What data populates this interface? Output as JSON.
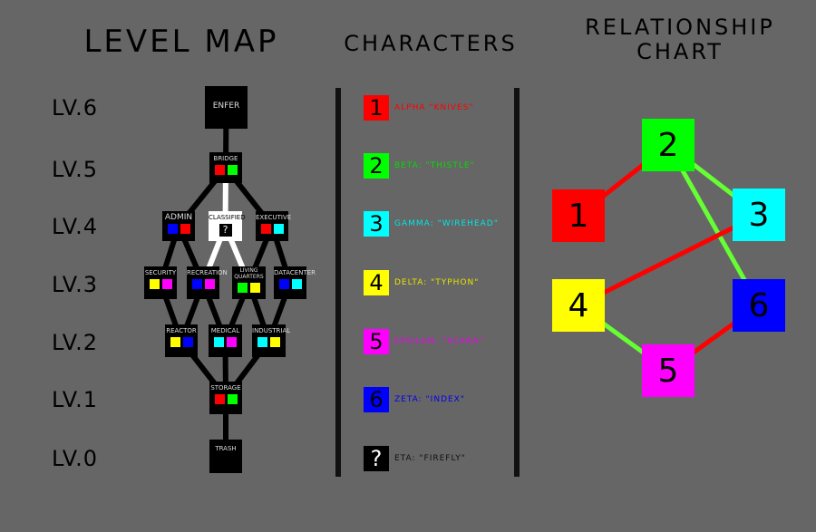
{
  "titles": {
    "level_map": "LEVEL MAP",
    "characters": "CHARACTERS",
    "relationship_line1": "RELATIONSHIP",
    "relationship_line2": "CHART"
  },
  "levels": [
    "LV.6",
    "LV.5",
    "LV.4",
    "LV.3",
    "LV.2",
    "LV.1",
    "LV.0"
  ],
  "rooms": [
    {
      "id": "enfer",
      "label": "ENFER",
      "chips": []
    },
    {
      "id": "bridge",
      "label": "BRIDGE",
      "chips": [
        "#ff0000",
        "#00ff00"
      ]
    },
    {
      "id": "admin",
      "label": "ADMIN",
      "chips": [
        "#0000ff",
        "#ff0000"
      ]
    },
    {
      "id": "classified",
      "label": "CLASSIFIED",
      "chips": [],
      "unknown": "?"
    },
    {
      "id": "executive",
      "label": "EXECUTIVE",
      "chips": [
        "#ff0000",
        "#00ffff"
      ]
    },
    {
      "id": "security",
      "label": "SECURITY",
      "chips": [
        "#ffff00",
        "#ff00ff"
      ]
    },
    {
      "id": "recreation",
      "label": "RECREATION",
      "chips": [
        "#0000ff",
        "#ff00ff"
      ]
    },
    {
      "id": "living",
      "label": "LIVING QUARTERS",
      "chips": [
        "#00ff00",
        "#ffff00"
      ]
    },
    {
      "id": "datacenter",
      "label": "DATACENTER",
      "chips": [
        "#0000ff",
        "#00ffff"
      ]
    },
    {
      "id": "reactor",
      "label": "REACTOR",
      "chips": [
        "#ffff00",
        "#0000ff"
      ]
    },
    {
      "id": "medical",
      "label": "MEDICAL",
      "chips": [
        "#00ffff",
        "#ff00ff"
      ]
    },
    {
      "id": "industrial",
      "label": "INDUSTRIAL",
      "chips": [
        "#00ffff",
        "#ffff00"
      ]
    },
    {
      "id": "storage",
      "label": "STORAGE",
      "chips": [
        "#ff0000",
        "#00ff00"
      ]
    },
    {
      "id": "trash",
      "label": "TRASH",
      "chips": []
    }
  ],
  "map_edges": [
    [
      "enfer",
      "bridge"
    ],
    [
      "bridge",
      "admin"
    ],
    [
      "bridge",
      "classified",
      "#ffffff"
    ],
    [
      "bridge",
      "executive"
    ],
    [
      "admin",
      "security"
    ],
    [
      "admin",
      "recreation"
    ],
    [
      "classified",
      "recreation",
      "#ffffff"
    ],
    [
      "classified",
      "living",
      "#ffffff"
    ],
    [
      "executive",
      "living"
    ],
    [
      "executive",
      "datacenter"
    ],
    [
      "security",
      "reactor"
    ],
    [
      "recreation",
      "reactor"
    ],
    [
      "recreation",
      "medical"
    ],
    [
      "living",
      "medical"
    ],
    [
      "living",
      "industrial"
    ],
    [
      "datacenter",
      "industrial"
    ],
    [
      "reactor",
      "storage"
    ],
    [
      "medical",
      "storage"
    ],
    [
      "industrial",
      "storage"
    ],
    [
      "storage",
      "trash"
    ]
  ],
  "characters": [
    {
      "num": "1",
      "name": "ALPHA \"KNIVES\"",
      "color": "#ff0000",
      "text": "#ff0000"
    },
    {
      "num": "2",
      "name": "BETA: \"THISTLE\"",
      "color": "#00ff00",
      "text": "#00dd00"
    },
    {
      "num": "3",
      "name": "GAMMA: \"WIREHEAD\"",
      "color": "#00ffff",
      "text": "#00e5e5"
    },
    {
      "num": "4",
      "name": "DELTA: \"TYPHON\"",
      "color": "#ffff00",
      "text": "#e5e500"
    },
    {
      "num": "5",
      "name": "EPSILON: \"SCARA\"",
      "color": "#ff00ff",
      "text": "#ee00ee"
    },
    {
      "num": "6",
      "name": "ZETA: \"INDEX\"",
      "color": "#0000ff",
      "text": "#0000ee"
    },
    {
      "num": "?",
      "name": "ETA: \"FIREFLY\"",
      "color": "#000000",
      "text": "#111111",
      "numcolor": "#ffffff"
    }
  ],
  "relationships": [
    [
      "1",
      "2",
      "#ff0000"
    ],
    [
      "2",
      "3",
      "#66ff33"
    ],
    [
      "2",
      "6",
      "#66ff33"
    ],
    [
      "3",
      "4",
      "#ff0000"
    ],
    [
      "4",
      "5",
      "#66ff33"
    ],
    [
      "5",
      "6",
      "#ff0000"
    ]
  ]
}
